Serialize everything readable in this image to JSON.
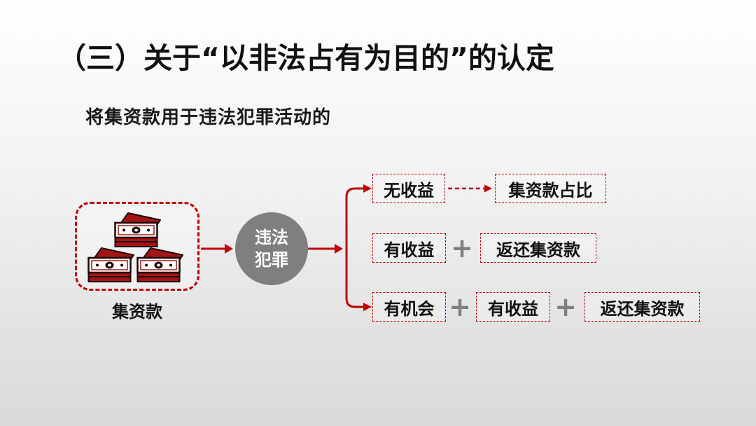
{
  "slide": {
    "title": "（三）关于“以非法占有为目的”的认定",
    "subtitle": "将集资款用于违法犯罪活动的"
  },
  "diagram": {
    "source": {
      "label": "集资款",
      "icon": "money-stack-icon"
    },
    "process": {
      "lines": [
        "违法",
        "犯罪"
      ]
    },
    "branches": [
      {
        "boxes": [
          "无收益",
          "集资款占比"
        ]
      },
      {
        "boxes": [
          "有收益",
          "返还集资款"
        ],
        "operators": [
          "+"
        ]
      },
      {
        "boxes": [
          "有机会",
          "有收益",
          "返还集资款"
        ],
        "operators": [
          "+",
          "+"
        ]
      }
    ]
  },
  "colors": {
    "accent": "#c00000",
    "process_fill": "#7f7f7f",
    "operator": "#7f7f7f",
    "text": "#111111",
    "background_top": "#ffffff",
    "background_bottom": "#d9d9d9"
  }
}
